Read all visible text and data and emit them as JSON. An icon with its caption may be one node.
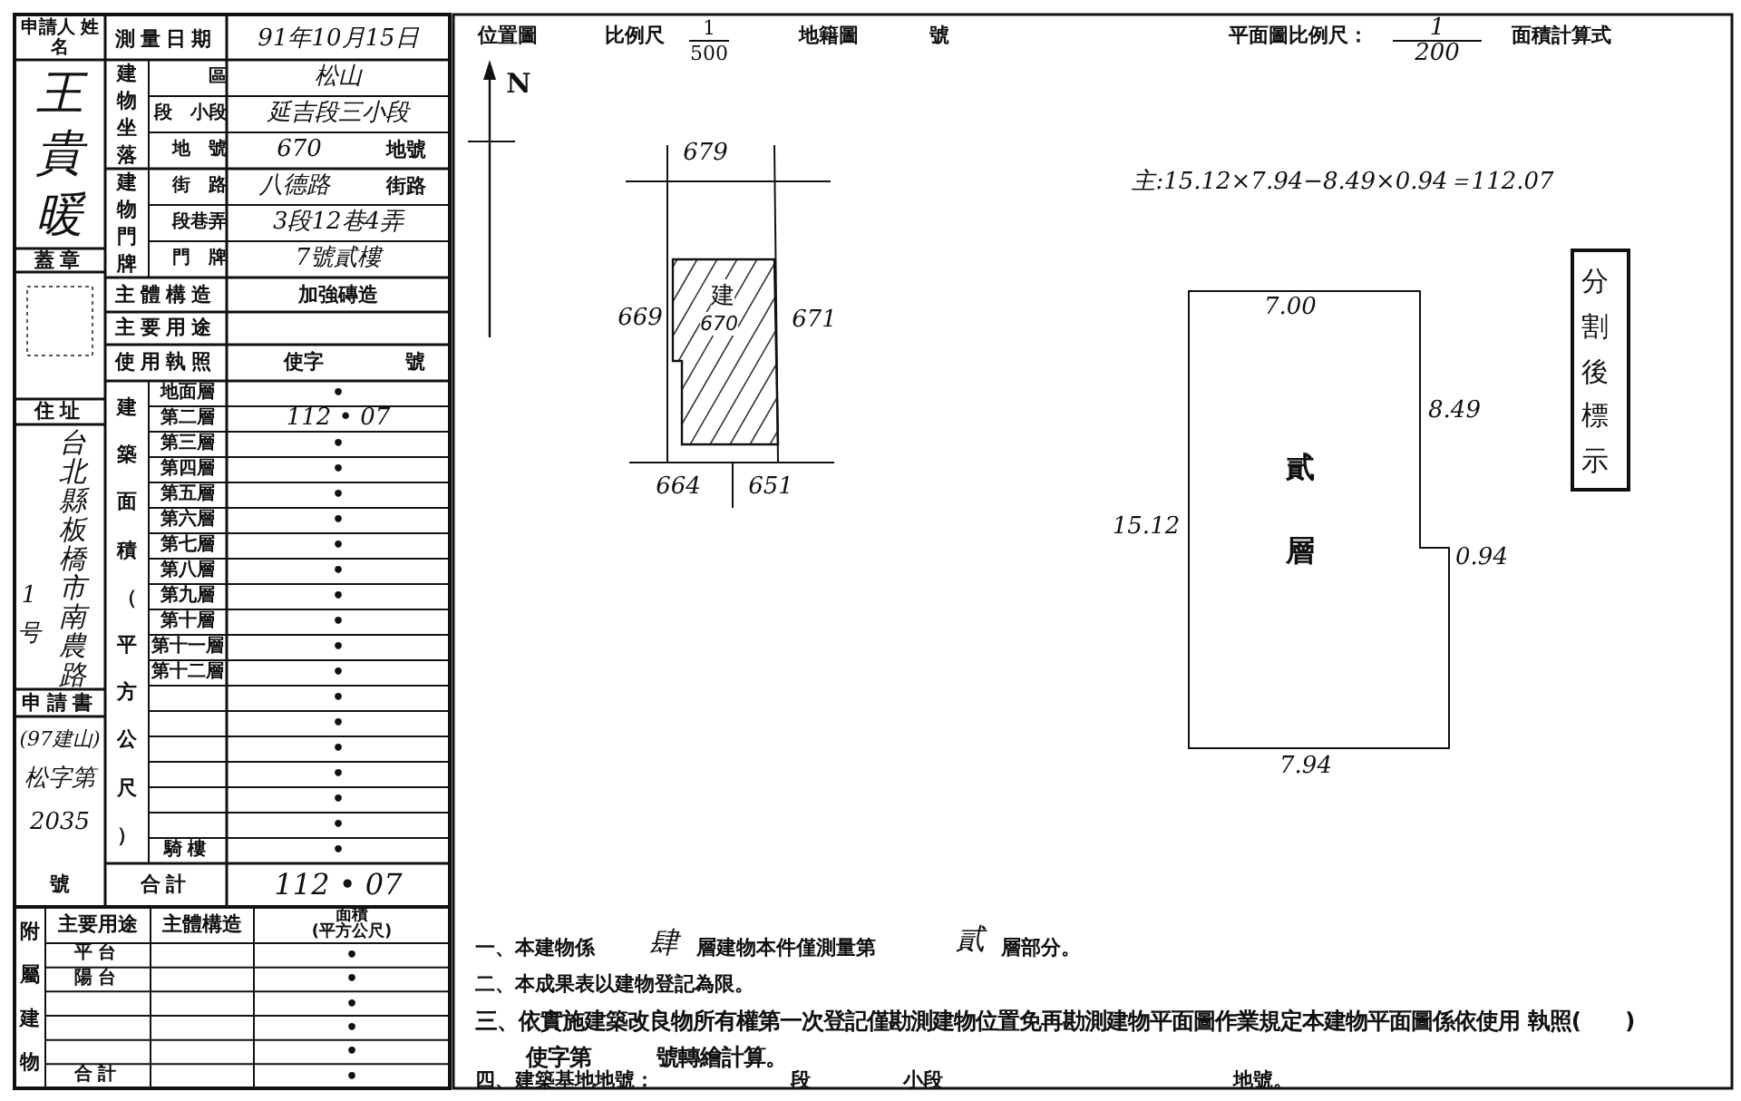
{
  "diagram": {
    "nodes": [
      {
        "text": [
          "建",
          "670"
        ]
      },
      {
        "text": [
          "7.00",
          "貳",
          "層"
        ],
        "beside": [
          "8.49",
          "15.12",
          "0.94",
          "7.94"
        ]
      },
      {
        "text": [
          "分割後標示"
        ]
      }
    ],
    "labels": [
      "申請人 姓名",
      "測量日期",
      "91年10月15日",
      "王貴暖",
      "建物坐落",
      "區",
      "松山",
      "段　小段",
      "延吉段三小段",
      "地　號",
      "670",
      "地號",
      "建物門牌",
      "街　路",
      "八德路",
      "街路",
      "段巷弄",
      "3段12巷4弄",
      "蓋章",
      "門　牌",
      "7號貳樓",
      "主體構造",
      "加強磚造",
      "主要用途",
      "使用執照",
      "使字",
      "號",
      "住址",
      "台北縣板橋市南農路",
      "1号",
      "建築面積（平方公尺）",
      "地面層",
      "•",
      "第二層",
      "112 • 07",
      "第三層",
      "•",
      "第四層",
      "•",
      "第五層",
      "•",
      "第六層",
      "•",
      "第七層",
      "•",
      "第八層",
      "•",
      "第九層",
      "•",
      "第十層",
      "•",
      "第十一層",
      "•",
      "第十二層",
      "•",
      "•",
      "•",
      "•",
      "•",
      "•",
      "•",
      "騎樓",
      "•",
      "合計",
      "112 • 07",
      "申請書",
      "(97建山)",
      "松字第",
      "2035",
      "號",
      "附屬建物",
      "主要用途",
      "主體構造",
      "面積 (平方公尺)",
      "平台",
      "•",
      "陽台",
      "•",
      "•",
      "•",
      "•",
      "合計",
      "•",
      "位置圖",
      "比例尺",
      "1",
      "500",
      "地籍圖",
      "號",
      "平面圖比例尺：",
      "1",
      "200",
      "面積計算式",
      "N",
      "679",
      "669",
      "671",
      "664",
      "651",
      "主:15.12×7.94−8.49×0.94＝112.07",
      "一、本建物係",
      "肆",
      "層建物本件僅測量第",
      "貳",
      "層部分。",
      "二、本成果表以建物登記為限。",
      "三、依實施建築改良物所有權第一次登記僅勘測建物位置免再勘測建物平面圖作業規定本建物平面圖係依使用 執照(　　)使字第　　　號轉繪計算。",
      "四、建築基地地號：",
      "段",
      "小段",
      "地號。"
    ]
  }
}
